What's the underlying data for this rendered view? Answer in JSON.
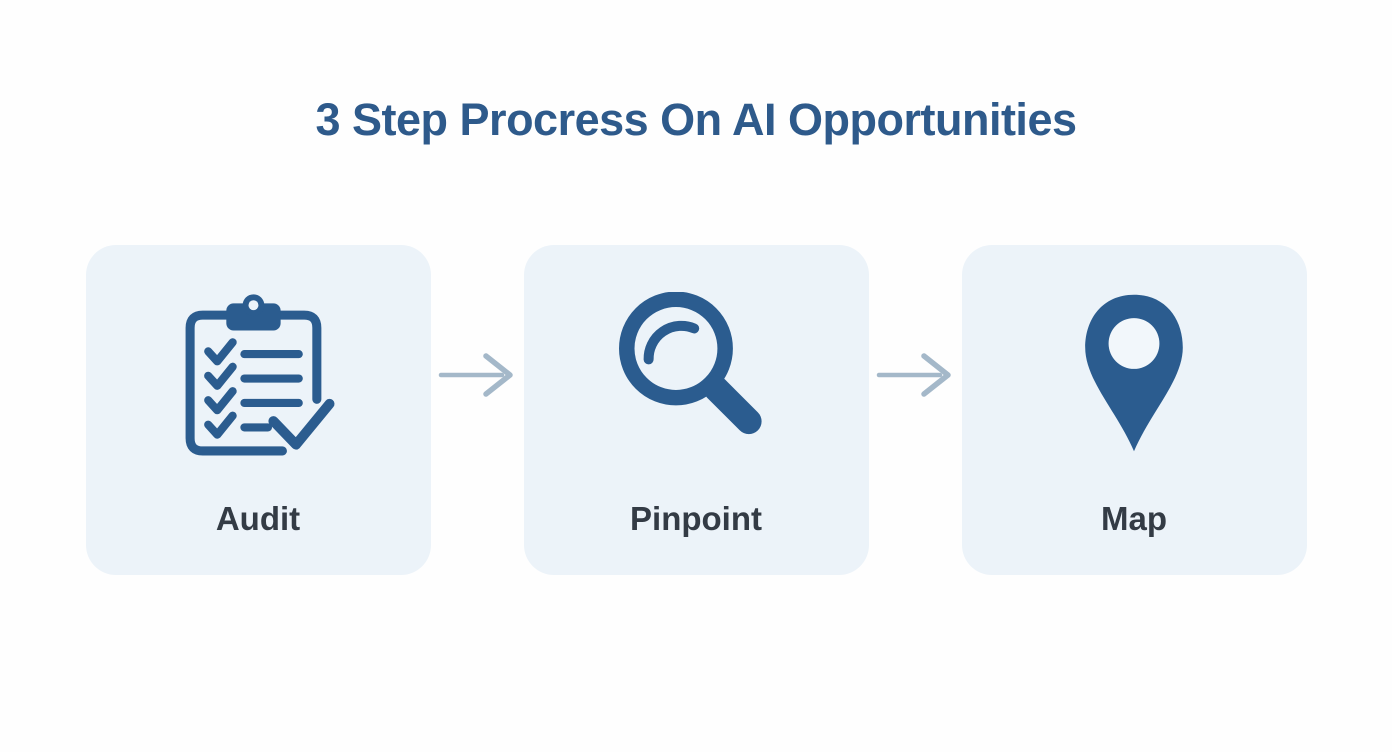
{
  "title": "3 Step Procress On AI Opportunities",
  "steps": [
    {
      "label": "Audit",
      "icon": "clipboard-checklist-icon"
    },
    {
      "label": "Pinpoint",
      "icon": "magnifying-glass-icon"
    },
    {
      "label": "Map",
      "icon": "map-pin-icon"
    }
  ],
  "connectors": {
    "icon": "right-arrow-icon",
    "count": 2
  },
  "colors": {
    "title_text": "#2e5a8b",
    "icon_blue": "#2b5c8f",
    "label_text": "#333b45",
    "arrow_gray_blue": "#a4b8c9",
    "card_background": "#ecf3f9",
    "page_background": "#fefefe"
  }
}
